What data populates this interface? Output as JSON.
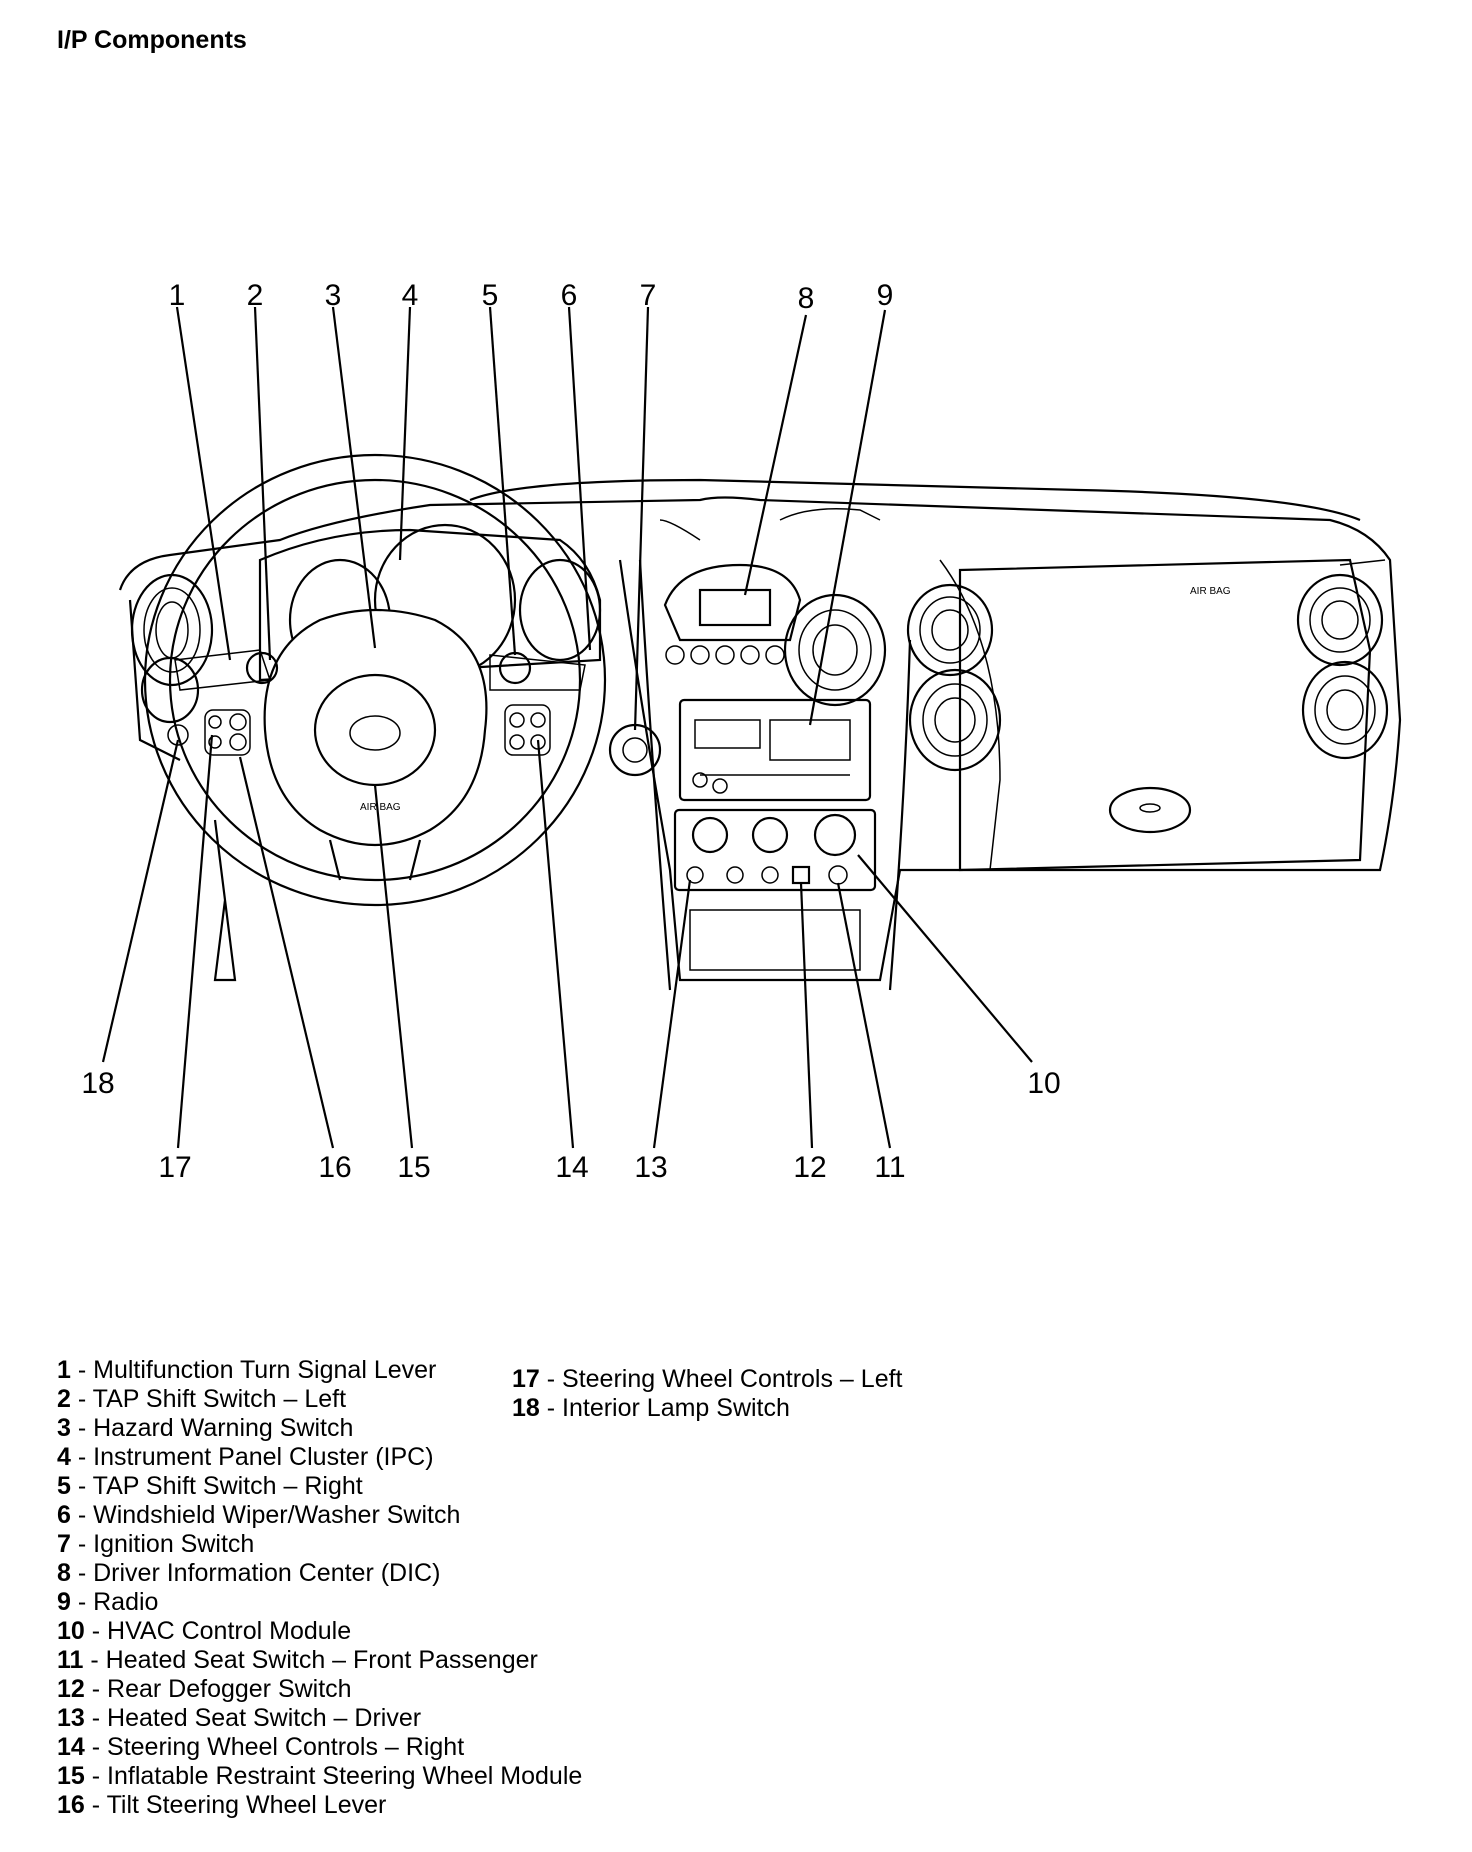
{
  "title": "I/P Components",
  "diagram_labels": {
    "airbag_dash": "AIR BAG",
    "airbag_wheel": "AIR BAG"
  },
  "callouts": [
    "1",
    "2",
    "3",
    "4",
    "5",
    "6",
    "7",
    "8",
    "9",
    "10",
    "11",
    "12",
    "13",
    "14",
    "15",
    "16",
    "17",
    "18"
  ],
  "legend": [
    {
      "num": "1",
      "text": "Multifunction Turn Signal Lever"
    },
    {
      "num": "2",
      "text": "TAP Shift Switch – Left"
    },
    {
      "num": "3",
      "text": "Hazard Warning Switch"
    },
    {
      "num": "4",
      "text": "Instrument Panel Cluster (IPC)"
    },
    {
      "num": "5",
      "text": "TAP Shift Switch – Right"
    },
    {
      "num": "6",
      "text": "Windshield Wiper/Washer Switch"
    },
    {
      "num": "7",
      "text": "Ignition Switch"
    },
    {
      "num": "8",
      "text": "Driver Information Center (DIC)"
    },
    {
      "num": "9",
      "text": "Radio"
    },
    {
      "num": "10",
      "text": "HVAC Control Module"
    },
    {
      "num": "11",
      "text": "Heated Seat Switch – Front Passenger"
    },
    {
      "num": "12",
      "text": "Rear Defogger Switch"
    },
    {
      "num": "13",
      "text": "Heated Seat Switch – Driver"
    },
    {
      "num": "14",
      "text": "Steering Wheel Controls – Right"
    },
    {
      "num": "15",
      "text": "Inflatable Restraint Steering Wheel Module"
    },
    {
      "num": "16",
      "text": "Tilt Steering Wheel Lever"
    },
    {
      "num": "17",
      "text": "Steering Wheel Controls – Left"
    },
    {
      "num": "18",
      "text": "Interior Lamp Switch"
    }
  ]
}
